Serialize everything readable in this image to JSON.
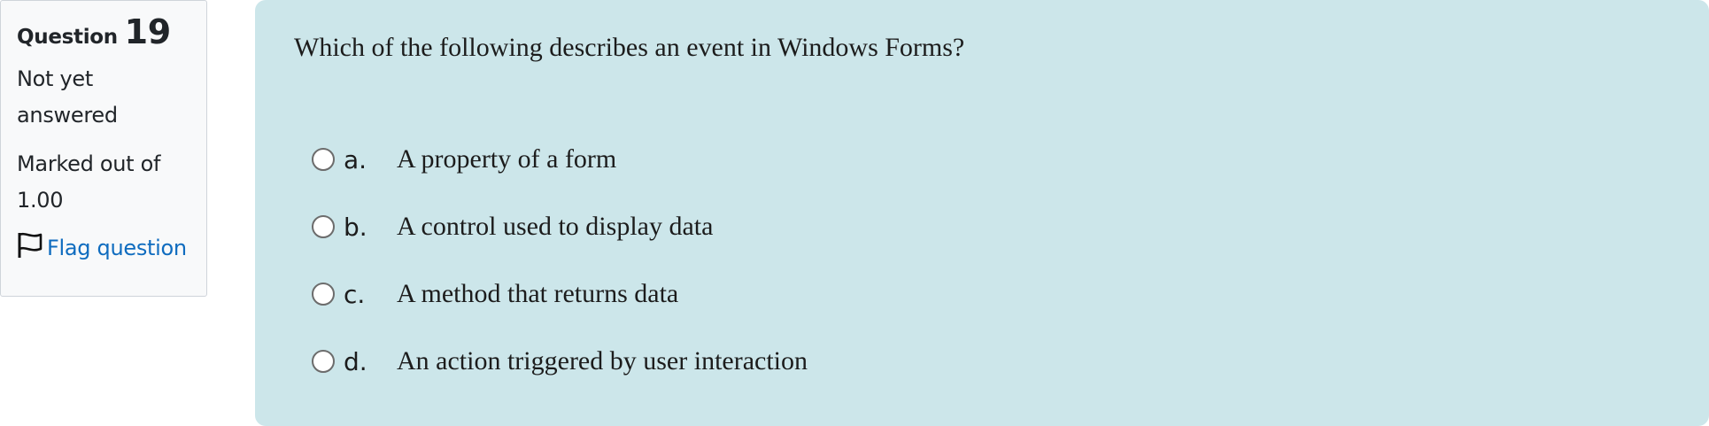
{
  "info": {
    "question_label": "Question",
    "question_number": "19",
    "state": "Not yet answered",
    "grade": "Marked out of 1.00",
    "flag_label": "Flag question"
  },
  "question": {
    "text": "Which of the following describes an event in Windows Forms?",
    "options": [
      {
        "letter": "a.",
        "text": "A property of a form"
      },
      {
        "letter": "b.",
        "text": "A control used to display data"
      },
      {
        "letter": "c.",
        "text": "A method that returns data"
      },
      {
        "letter": "d.",
        "text": "An action triggered by user interaction"
      }
    ]
  },
  "colors": {
    "content_bg": "#cce6ea",
    "info_bg": "#f8f9fa",
    "link": "#0f6cbf"
  }
}
